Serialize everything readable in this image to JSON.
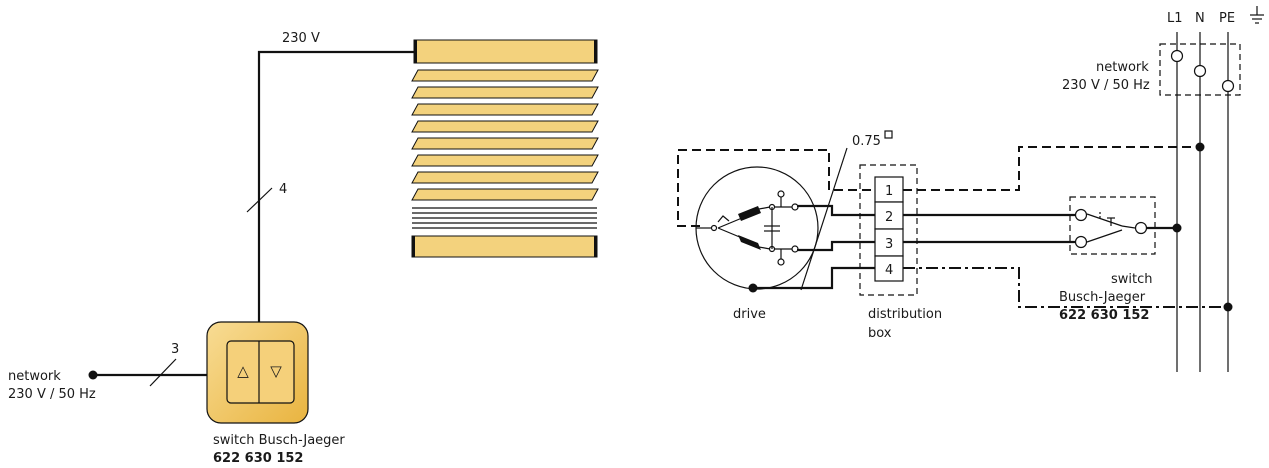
{
  "left": {
    "voltage_label": "230 V",
    "cable_count_top": "4",
    "cable_count_network": "3",
    "network_label": "network",
    "network_voltage": "230 V / 50 Hz",
    "switch_up_glyph": "△",
    "switch_down_glyph": "▽",
    "switch_name": "switch Busch-Jaeger",
    "switch_part_number": "622 630 152"
  },
  "right": {
    "phase_labels": [
      "L1",
      "N",
      "PE"
    ],
    "ground_icon": "ground-symbol",
    "network_label": "network",
    "network_voltage": "230 V / 50 Hz",
    "cross_section": "0.75",
    "cross_section_unit_icon": "square-mm",
    "terminals": [
      "1",
      "2",
      "3",
      "4"
    ],
    "drive_label": "drive",
    "distribution_label_line1": "distribution",
    "distribution_label_line2": "box",
    "switch_label": "switch",
    "switch_name": "Busch-Jaeger",
    "switch_part_number": "622 630 152"
  },
  "colors": {
    "blind_fill": "#f3d27d",
    "switch_frame": "#f0c75e",
    "line": "#111111"
  }
}
